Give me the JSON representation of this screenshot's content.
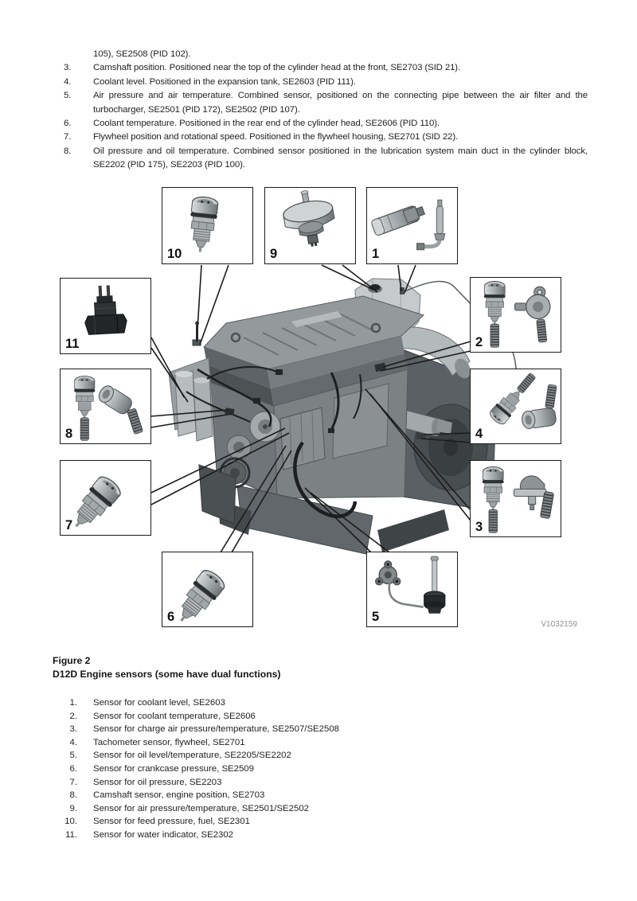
{
  "intro_items": [
    {
      "num": "",
      "text": "105), SE2508 (PID 102)."
    },
    {
      "num": "3.",
      "text": "Camshaft position. Positioned near the top of the cylinder head at the front, SE2703 (SID 21)."
    },
    {
      "num": "4.",
      "text": "Coolant level. Positioned in the expansion tank, SE2603 (PID 111)."
    },
    {
      "num": "5.",
      "text": "Air pressure and air temperature. Combined sensor, positioned on the connecting pipe between the air filter and the turbocharger, SE2501 (PID 172), SE2502 (PID 107)."
    },
    {
      "num": "6.",
      "text": "Coolant temperature. Positioned in the rear end of the cylinder head, SE2606 (PID 110)."
    },
    {
      "num": "7.",
      "text": "Flywheel position and rotational speed. Positioned in the flywheel housing, SE2701 (SID 22)."
    },
    {
      "num": "8.",
      "text": "Oil pressure and oil temperature. Combined sensor positioned in the lubrication system main duct in the cylinder block, SE2202 (PID 175), SE2203 (PID 100)."
    }
  ],
  "figure": {
    "caption_label": "Figure 2",
    "caption_title": "D12D Engine sensors (some have dual functions)",
    "watermark": "V1032159",
    "callouts": {
      "n1": {
        "label": "1"
      },
      "n2": {
        "label": "2"
      },
      "n3": {
        "label": "3"
      },
      "n4": {
        "label": "4"
      },
      "n5": {
        "label": "5"
      },
      "n6": {
        "label": "6"
      },
      "n7": {
        "label": "7"
      },
      "n8": {
        "label": "8"
      },
      "n9": {
        "label": "9"
      },
      "n10": {
        "label": "10"
      },
      "n11": {
        "label": "11"
      }
    }
  },
  "legend_items": [
    {
      "num": "1.",
      "text": "Sensor for coolant level, SE2603"
    },
    {
      "num": "2.",
      "text": "Sensor for coolant temperature, SE2606"
    },
    {
      "num": "3.",
      "text": "Sensor for charge air pressure/temperature, SE2507/SE2508"
    },
    {
      "num": "4.",
      "text": "Tachometer sensor, flywheel, SE2701"
    },
    {
      "num": "5.",
      "text": "Sensor for oil level/temperature, SE2205/SE2202"
    },
    {
      "num": "6.",
      "text": "Sensor for crankcase pressure, SE2509"
    },
    {
      "num": "7.",
      "text": "Sensor for oil pressure, SE2203"
    },
    {
      "num": "8.",
      "text": "Camshaft sensor, engine position, SE2703"
    },
    {
      "num": "9.",
      "text": "Sensor for air pressure/temperature, SE2501/SE2502"
    },
    {
      "num": "10.",
      "text": "Sensor for feed pressure, fuel, SE2301"
    },
    {
      "num": "11.",
      "text": "Sensor for water indicator, SE2302"
    }
  ],
  "colors": {
    "text": "#1f1f1f",
    "box_border": "#1b1b1b",
    "watermark": "#8f8f8f",
    "page_background": "#ffffff"
  }
}
